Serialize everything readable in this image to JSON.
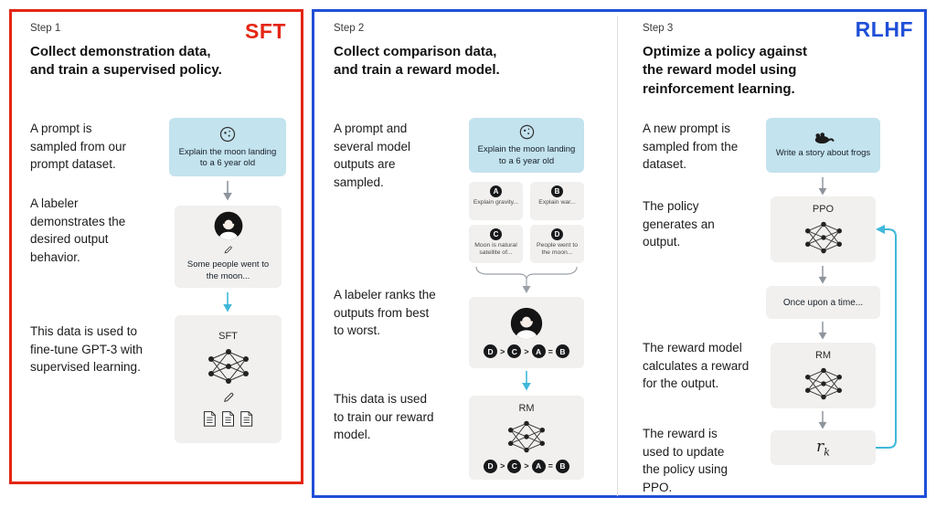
{
  "colors": {
    "sft_red": "#e42613",
    "rlhf_blue": "#1f4fd8",
    "cyan_arrow": "#3fb8da",
    "gray_arrow": "#8d949b",
    "prompt_box_blue": "#c3e3ee",
    "box_gray": "#f1f0ee"
  },
  "icons": {
    "moon": "moon-icon",
    "frog": "frog-icon",
    "labeler_avatar": "labeler-avatar-icon",
    "pencil": "pencil-icon",
    "documents": "documents-icon",
    "neural_network": "neural-network-icon",
    "down_arrow": "down-arrow-icon",
    "merge_brace": "merge-brace-icon",
    "feedback_loop": "feedback-loop-arrow-icon"
  },
  "step1": {
    "label": "Step 1",
    "badge": "SFT",
    "title": "Collect demonstration data, and train a supervised policy.",
    "para1": "A prompt is sampled from our prompt dataset.",
    "para2": "A labeler demonstrates the desired output behavior.",
    "para3": "This data is used to fine-tune GPT-3 with supervised learning.",
    "prompt": "Explain the moon landing to a 6 year old",
    "demo_output": "Some people went to the moon...",
    "model": "SFT"
  },
  "step2": {
    "label": "Step 2",
    "title": "Collect comparison data, and train a reward model.",
    "para1": "A prompt and several model outputs are sampled.",
    "para2": "A labeler ranks the outputs from best to worst.",
    "para3": "This data is used to train our reward model.",
    "prompt": "Explain the moon landing to a 6 year old",
    "outputs": [
      {
        "letter": "A",
        "text": "Explain gravity..."
      },
      {
        "letter": "B",
        "text": "Explain war..."
      },
      {
        "letter": "C",
        "text": "Moon is natural satellite of..."
      },
      {
        "letter": "D",
        "text": "People went to the moon..."
      }
    ],
    "ranking": [
      "D",
      ">",
      "C",
      ">",
      "A",
      "=",
      "B"
    ],
    "model": "RM"
  },
  "step3": {
    "label": "Step 3",
    "badge": "RLHF",
    "title": "Optimize a policy against the reward model using reinforcement learning.",
    "para1": "A new prompt is sampled from the dataset.",
    "para2": "The policy generates an output.",
    "para3": "The reward model calculates a reward for the output.",
    "para4": "The reward is used to update the policy using PPO.",
    "prompt": "Write a story about frogs",
    "policy": "PPO",
    "output": "Once upon a time...",
    "rm": "RM",
    "reward_base": "r",
    "reward_sub": "k"
  }
}
